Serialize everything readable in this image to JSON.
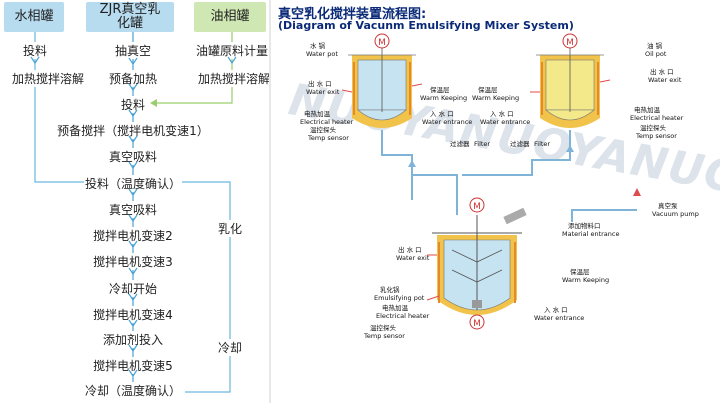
{
  "left_flow": {
    "boxes": [
      {
        "label": "水相罐",
        "color": "#b7dbef"
      },
      {
        "label": "ZJR真空乳化罐",
        "color": "#b7dbef"
      },
      {
        "label": "油相罐",
        "color": "#cfe8b3"
      }
    ],
    "water_col": [
      "投料",
      "加热搅拌溶解"
    ],
    "oil_col": [
      "油罐原料计量",
      "加热搅拌溶解"
    ],
    "center_col": [
      "抽真空",
      "预备加热",
      "投料",
      "预备搅拌（搅拌电机变速1）",
      "真空吸料",
      "投料（温度确认）",
      "真空吸料",
      "搅拌电机变速2",
      "搅拌电机变速3",
      "冷却开始",
      "搅拌电机变速4",
      "添加剂投入",
      "搅拌电机变速5",
      "冷却（温度确认）"
    ],
    "side_labels": [
      "乳化",
      "冷却"
    ],
    "colors": {
      "arrow": "#4aa3d4",
      "water_line": "#6ab6e0",
      "oil_line": "#9acd6e"
    }
  },
  "diagram": {
    "title_cn": "真空乳化搅拌装置流程图:",
    "title_en": "(Diagram of Vacunm Emulsifying Mixer System)",
    "watermark": "NUOYANUOYANUOYA",
    "water_pot": {
      "cn": "水 锅",
      "en": "Water pot"
    },
    "oil_pot": {
      "cn": "油 锅",
      "en": "Oil pot"
    },
    "water_exit": {
      "cn": "出 水 口",
      "en": "Water exit"
    },
    "warm_keeping": {
      "cn": "保温层",
      "en": "Warm Keeping"
    },
    "electrical_heater": {
      "cn": "电热加温",
      "en": "Electrical heater"
    },
    "water_entrance": {
      "cn": "入 水 口",
      "en": "Water entrance"
    },
    "temp_sensor": {
      "cn": "温控探头",
      "en": "Temp sensor"
    },
    "filter": {
      "cn": "过滤器",
      "en": "Filter"
    },
    "vacuum_pump": {
      "cn": "真空泵",
      "en": "Vacuum pump"
    },
    "material_entrance": {
      "cn": "添加物料口",
      "en": "Material entrance"
    },
    "emulsifying_pot": {
      "cn": "乳化锅",
      "en": "Emulsifying pot"
    },
    "motor": "M",
    "colors": {
      "water": "#c6e3f1",
      "oil": "#f3e88a",
      "jacket": "#f2c34a",
      "heater": "#e6892a",
      "pipe": "#7fb3d8",
      "text": "#111111"
    }
  }
}
